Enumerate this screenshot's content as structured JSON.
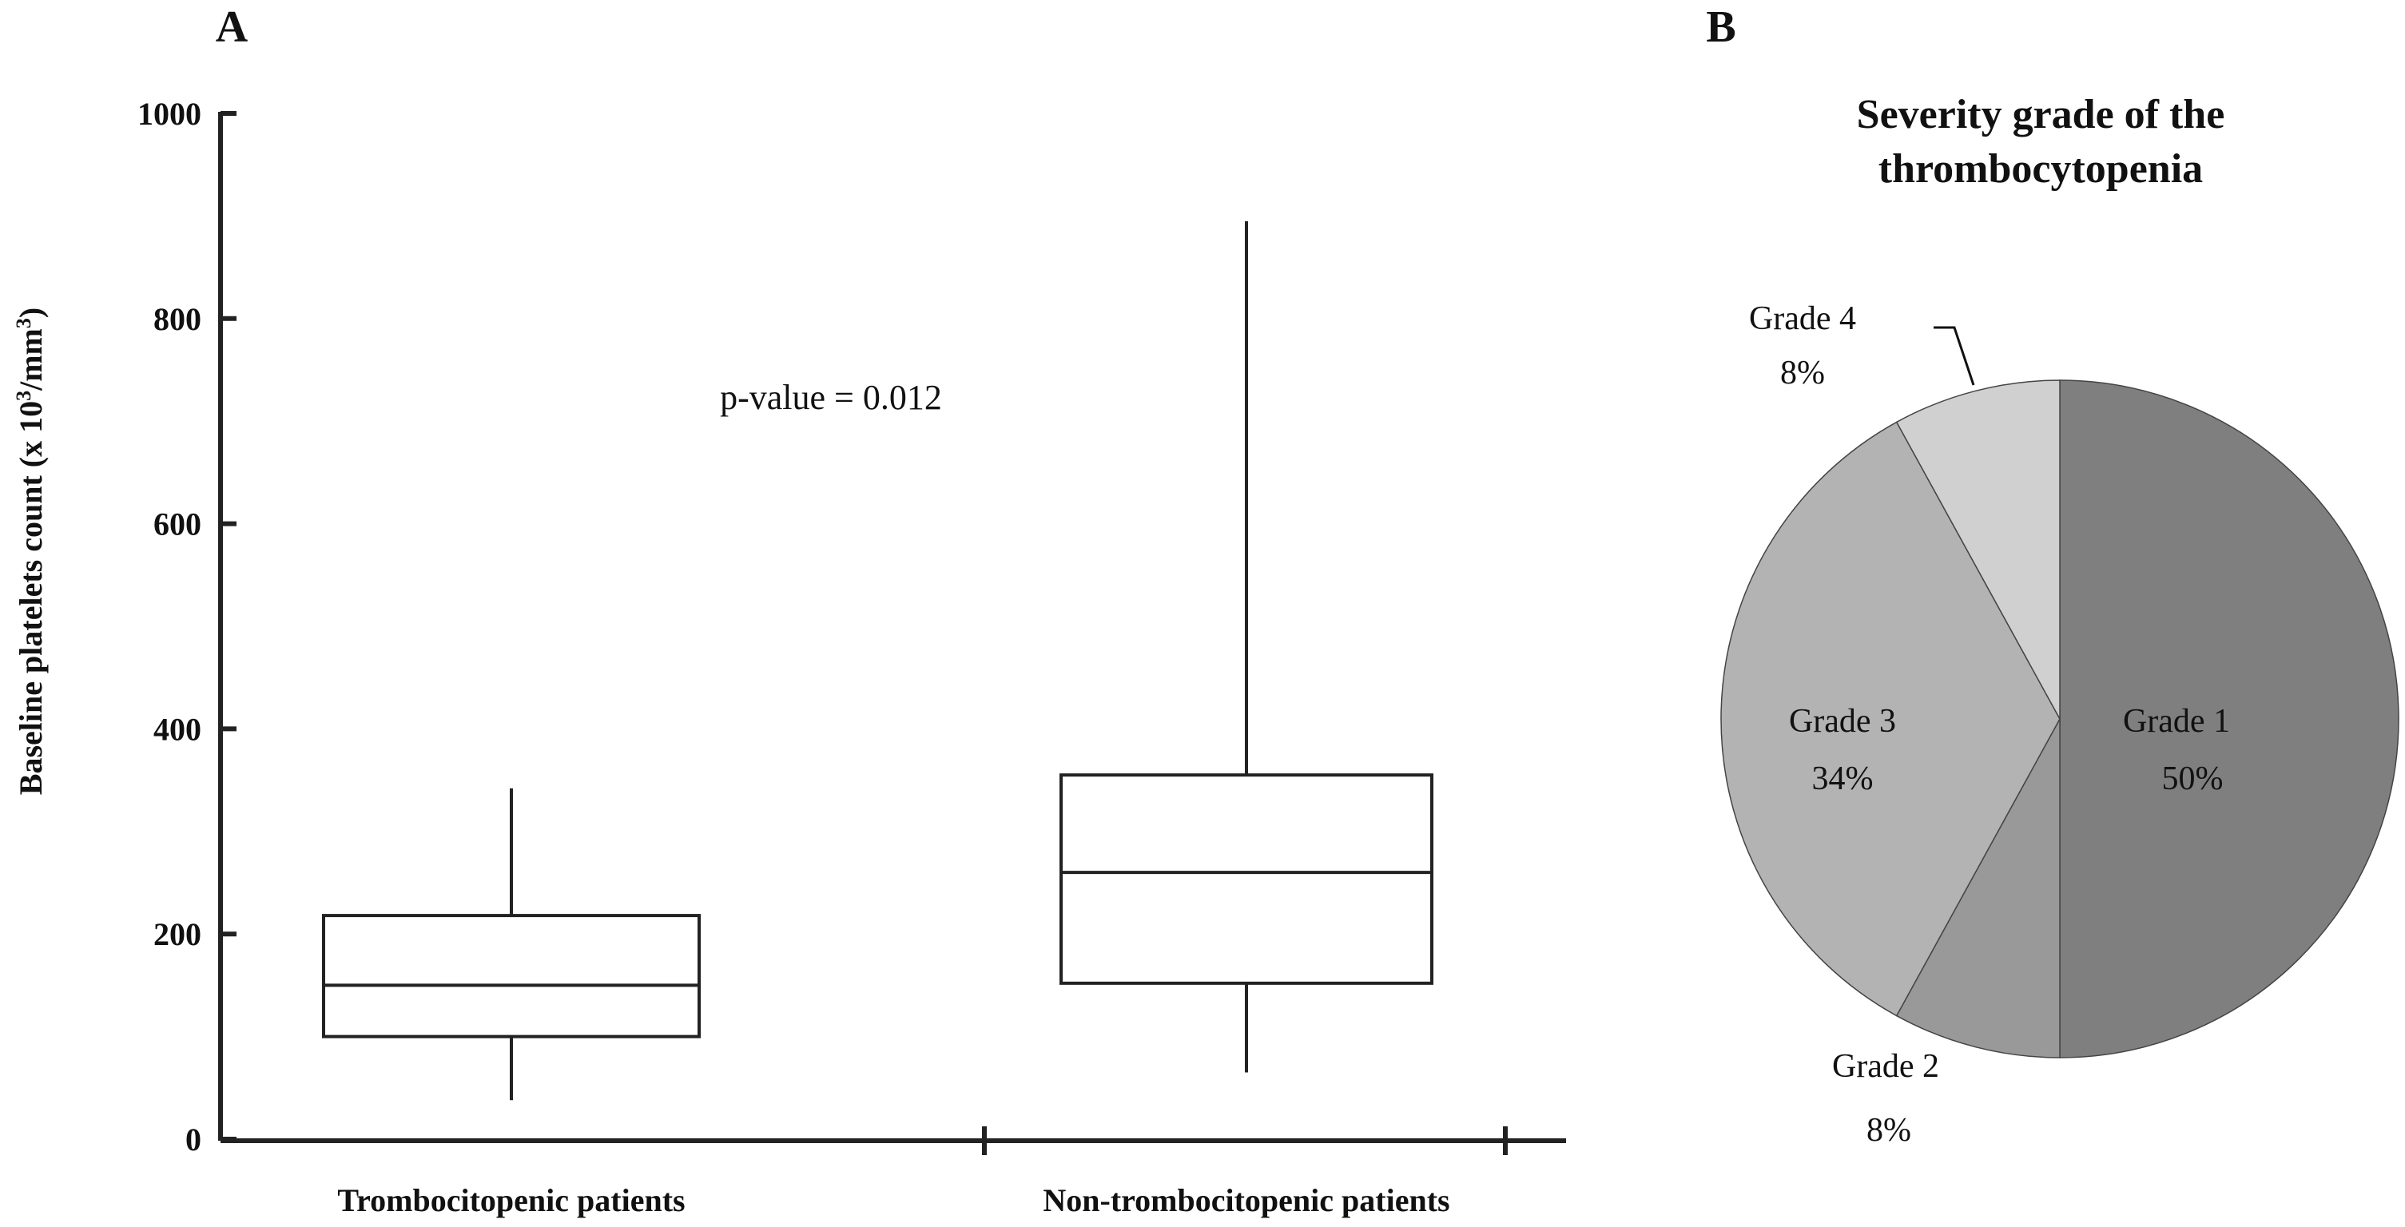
{
  "chart_data": [
    {
      "panel": "A",
      "type": "boxplot",
      "ylabel_main": "Baseline platelets count (x 10",
      "ylabel_sup1": "3",
      "ylabel_mid": "/mm",
      "ylabel_sup2": "3",
      "ylabel_end": ")",
      "ylim": [
        0,
        1000
      ],
      "yticks": [
        0,
        200,
        400,
        600,
        800,
        1000
      ],
      "categories": [
        "Trombocitopenic patients",
        "Non-trombocitopenic patients"
      ],
      "boxes": [
        {
          "category": "Trombocitopenic patients",
          "min": 38,
          "q1": 100,
          "median": 150,
          "q3": 218,
          "max": 342
        },
        {
          "category": "Non-trombocitopenic patients",
          "min": 65,
          "q1": 152,
          "median": 260,
          "q3": 355,
          "max": 895
        }
      ],
      "annotation": "p-value = 0.012"
    },
    {
      "panel": "B",
      "type": "pie",
      "title_line1": "Severity grade of the",
      "title_line2": "thrombocytopenia",
      "slices": [
        {
          "name": "Grade 1",
          "pct_label": "50%",
          "value": 50,
          "color": "#7f7f7f"
        },
        {
          "name": "Grade 2",
          "pct_label": "8%",
          "value": 8,
          "color": "#999999"
        },
        {
          "name": "Grade 3",
          "pct_label": "34%",
          "value": 34,
          "color": "#b3b3b3"
        },
        {
          "name": "Grade 4",
          "pct_label": "8%",
          "value": 8,
          "color": "#d0d0d0"
        }
      ]
    }
  ]
}
